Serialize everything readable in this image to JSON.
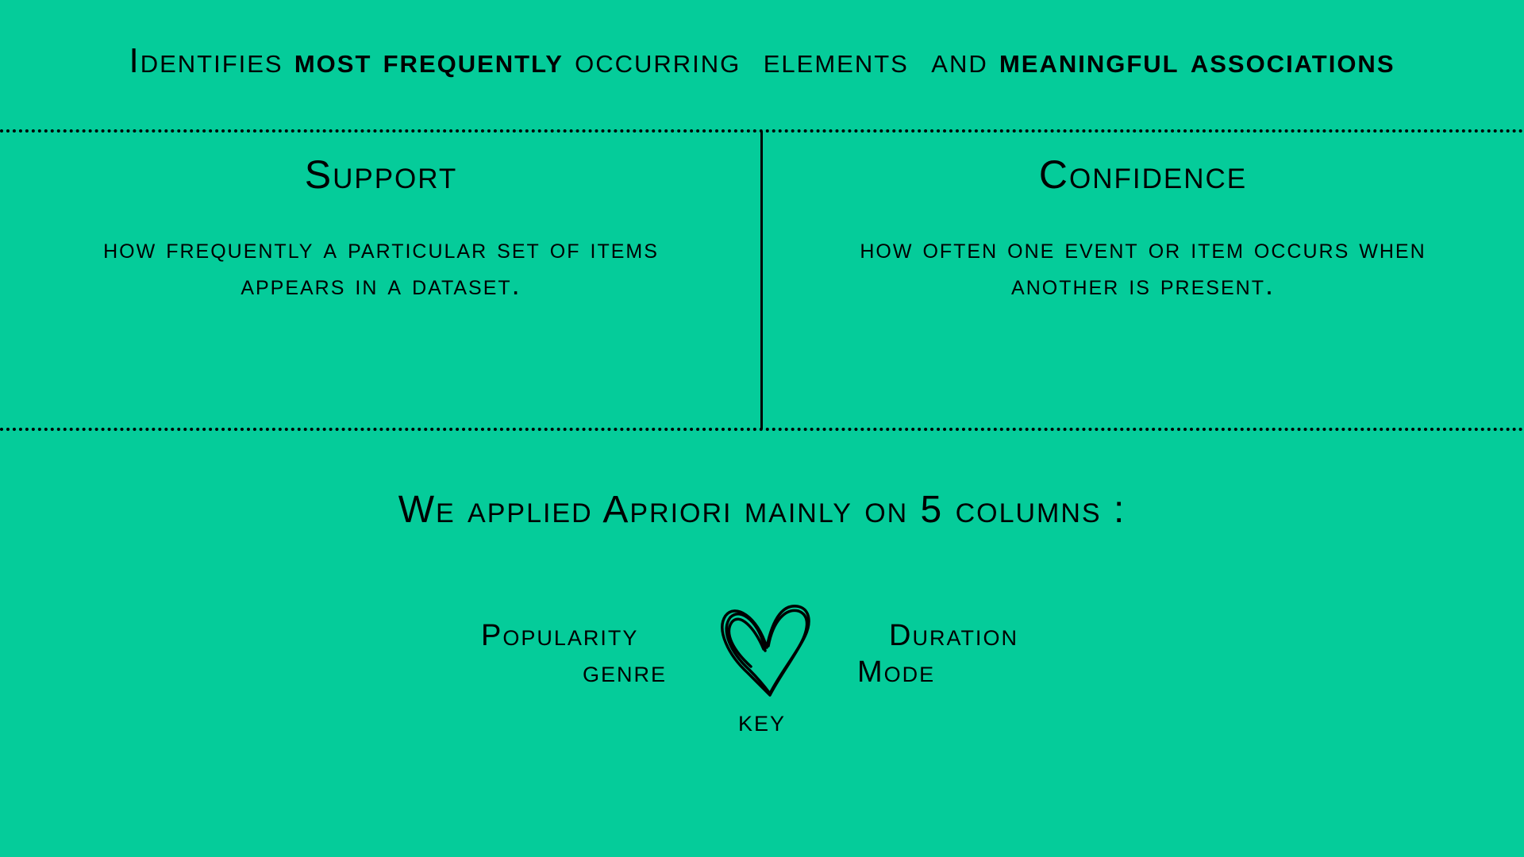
{
  "headline": {
    "part1": "Identifies ",
    "part2": "most frequently",
    "part3": " occurring  elements  and ",
    "part4": "meaningful associations"
  },
  "support": {
    "title": "Support",
    "description": "how frequently a particular set of items appears in a dataset."
  },
  "confidence": {
    "title": "Confidence",
    "description": "how often one event or item occurs when another is present."
  },
  "apriori": {
    "text": "We applied Apriori mainly on 5 columns :"
  },
  "columns": {
    "popularity": "Popularity",
    "genre": "genre",
    "duration": "Duration",
    "mode": "Mode",
    "key": "key"
  },
  "icons": {
    "center": "heart-icon"
  },
  "colors": {
    "background": "#05cc9a",
    "text": "#000000"
  }
}
